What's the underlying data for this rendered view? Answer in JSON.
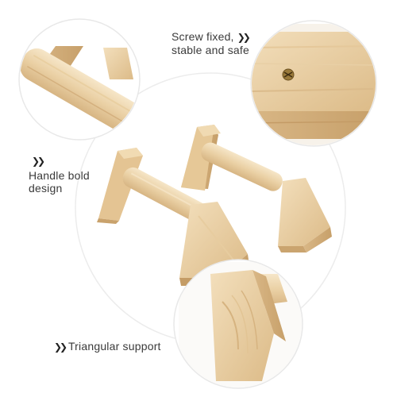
{
  "captions": {
    "screw_line1": "Screw fixed,",
    "screw_line2": "stable and safe",
    "handle_line1": "Handle bold",
    "handle_line2": "design",
    "triangular": "Triangular support"
  },
  "icons": {
    "arrow": "double-chevron-right-icon"
  },
  "colors": {
    "wood_light": "#f1dcb8",
    "wood_mid": "#e2c393",
    "wood_dark": "#c9a472",
    "text": "#3a3a3a",
    "screw": "#8a6a2e"
  }
}
